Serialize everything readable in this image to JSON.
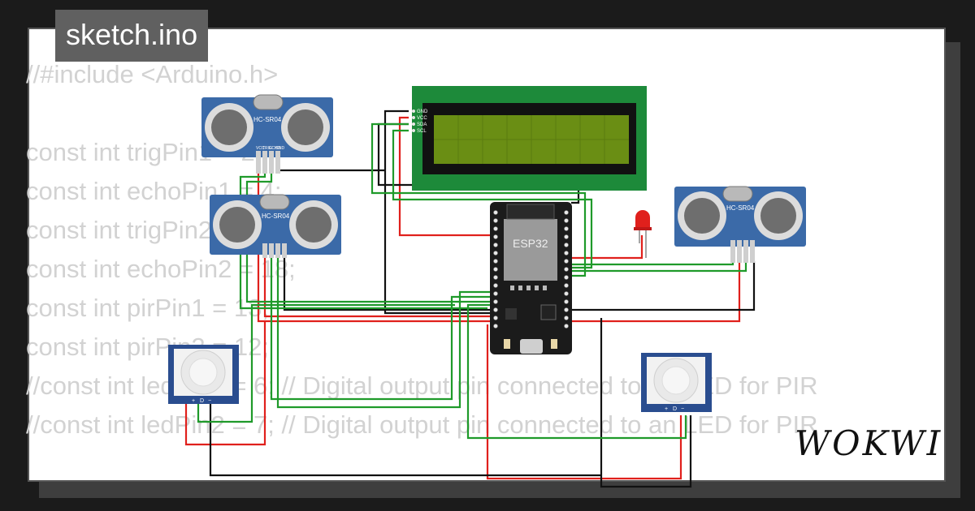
{
  "file_tab": {
    "label": "sketch.ino"
  },
  "code_lines": [
    "//#include <Arduino.h>",
    "",
    "const int trigPin1 = 2;",
    "const int echoPin1 = 4;",
    "const int trigPin2 = 5;",
    "const int echoPin2 = 18;",
    "const int pirPin1 = 13;",
    "const int pirPin2 = 12;",
    "//const int ledPin1 = 6; // Digital output pin connected to an LED for PIR",
    "//const int ledPin2 = 7; // Digital output pin connected to an LED for PIR"
  ],
  "components": {
    "ultrasonic_label": "HC-SR04",
    "ultrasonic_pins": [
      "VCC",
      "TRIG",
      "ECHO",
      "GND"
    ],
    "lcd_pins": [
      "GND",
      "VCC",
      "SDA",
      "SCL"
    ],
    "mcu_label": "ESP32",
    "pir_pins": [
      "+",
      "D",
      "−"
    ]
  },
  "brand": {
    "name": "WOKWI"
  },
  "colors": {
    "wire_red": "#e0201c",
    "wire_green": "#1f9a2a",
    "wire_black": "#111111",
    "lcd_board": "#1d8a3a",
    "lcd_screen": "#6a8e14",
    "sensor_blue": "#3b6aa8"
  }
}
